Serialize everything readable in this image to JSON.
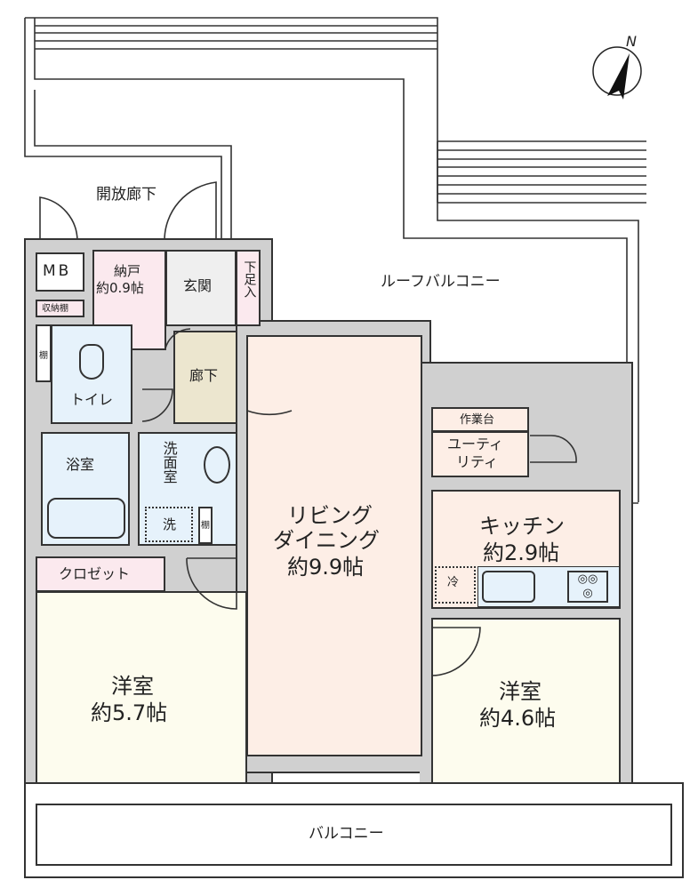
{
  "plan": {
    "compass": {
      "label": "N",
      "icon": "north-arrow-icon"
    },
    "outdoor": {
      "open_corridor": "開放廊下",
      "roof_balcony": "ルーフバルコニー",
      "balcony": "バルコニー"
    },
    "rooms": {
      "mb": {
        "name": "MB"
      },
      "storage_shelf": {
        "name": "収納棚"
      },
      "closet_small": {
        "name": "納戸",
        "size": "約0.9帖"
      },
      "entrance": {
        "name": "玄関"
      },
      "shoe_box": {
        "name": "下足入"
      },
      "shelf_toilet": {
        "name": "棚"
      },
      "toilet": {
        "name": "トイレ"
      },
      "hallway": {
        "name": "廊下"
      },
      "bathroom": {
        "name": "浴室"
      },
      "washroom": {
        "name": "洗面室"
      },
      "washer": {
        "name": "洗"
      },
      "shelf_wash": {
        "name": "棚"
      },
      "closet": {
        "name": "クロゼット"
      },
      "western_room_1": {
        "name": "洋室",
        "size": "約5.7帖"
      },
      "living_dining": {
        "name_line1": "リビング",
        "name_line2": "ダイニング",
        "size": "約9.9帖"
      },
      "work_counter": {
        "name": "作業台"
      },
      "utility": {
        "name_line1": "ユーティ",
        "name_line2": "リティ"
      },
      "kitchen": {
        "name": "キッチン",
        "size": "約2.9帖"
      },
      "fridge": {
        "name": "冷"
      },
      "western_room_2": {
        "name": "洋室",
        "size": "約4.6帖"
      }
    },
    "colors": {
      "wall": "#d0d0d0",
      "line": "#333333",
      "closet_pink": "#fbe9ee",
      "wet_blue": "#e6f2fb",
      "hallway_tan": "#ece6cf",
      "entrance_gray": "#efefef",
      "living_peach": "#fdeee6",
      "bedroom_cream": "#fdfcee"
    }
  }
}
